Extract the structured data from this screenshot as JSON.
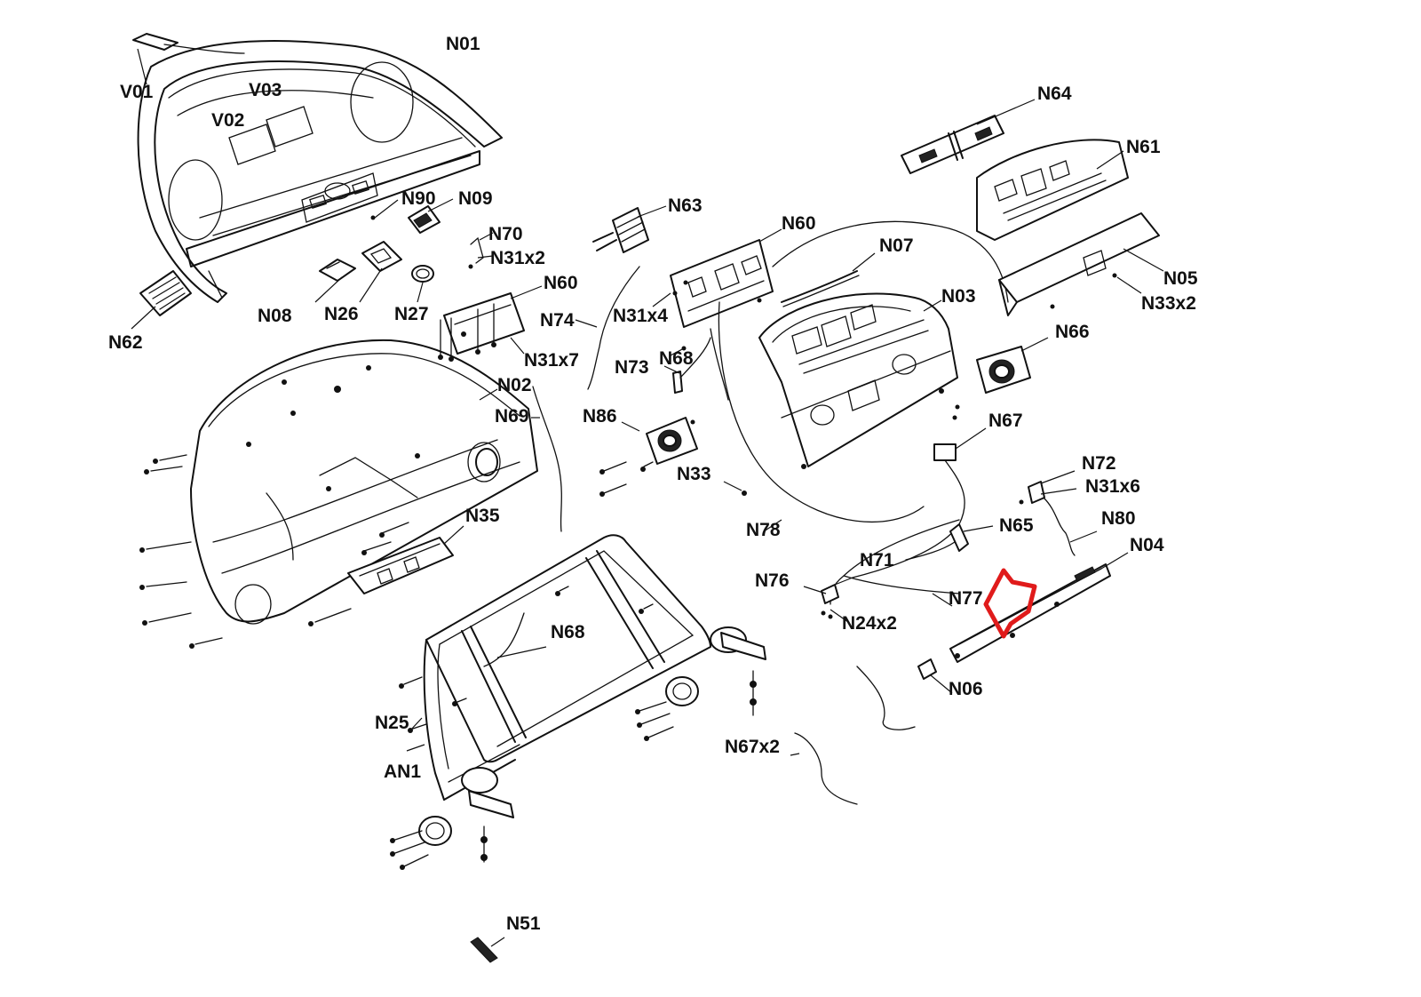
{
  "highlight_color": "#e01b1b",
  "line_color": "#111111",
  "labels": {
    "N01": "N01",
    "V01": "V01",
    "V02": "V02",
    "V03": "V03",
    "N62": "N62",
    "N08": "N08",
    "N26": "N26",
    "N27": "N27",
    "N90": "N90",
    "N09": "N09",
    "N70": "N70",
    "N31x2": "N31x2",
    "N60a": "N60",
    "N31x7": "N31x7",
    "N63": "N63",
    "N60b": "N60",
    "N31x4": "N31x4",
    "N74": "N74",
    "N73": "N73",
    "N68a": "N68",
    "N07": "N07",
    "N03": "N03",
    "N64": "N64",
    "N61": "N61",
    "N05": "N05",
    "N33x2": "N33x2",
    "N66": "N66",
    "N67": "N67",
    "N02": "N02",
    "N69": "N69",
    "N86": "N86",
    "N33": "N33",
    "N78": "N78",
    "N35": "N35",
    "N72": "N72",
    "N31x6": "N31x6",
    "N65": "N65",
    "N80": "N80",
    "N04": "N04",
    "N71": "N71",
    "N76": "N76",
    "N77": "N77",
    "N24x2": "N24x2",
    "N06": "N06",
    "N68b": "N68",
    "N25": "N25",
    "AN1": "AN1",
    "N67x2": "N67x2",
    "N51": "N51"
  }
}
